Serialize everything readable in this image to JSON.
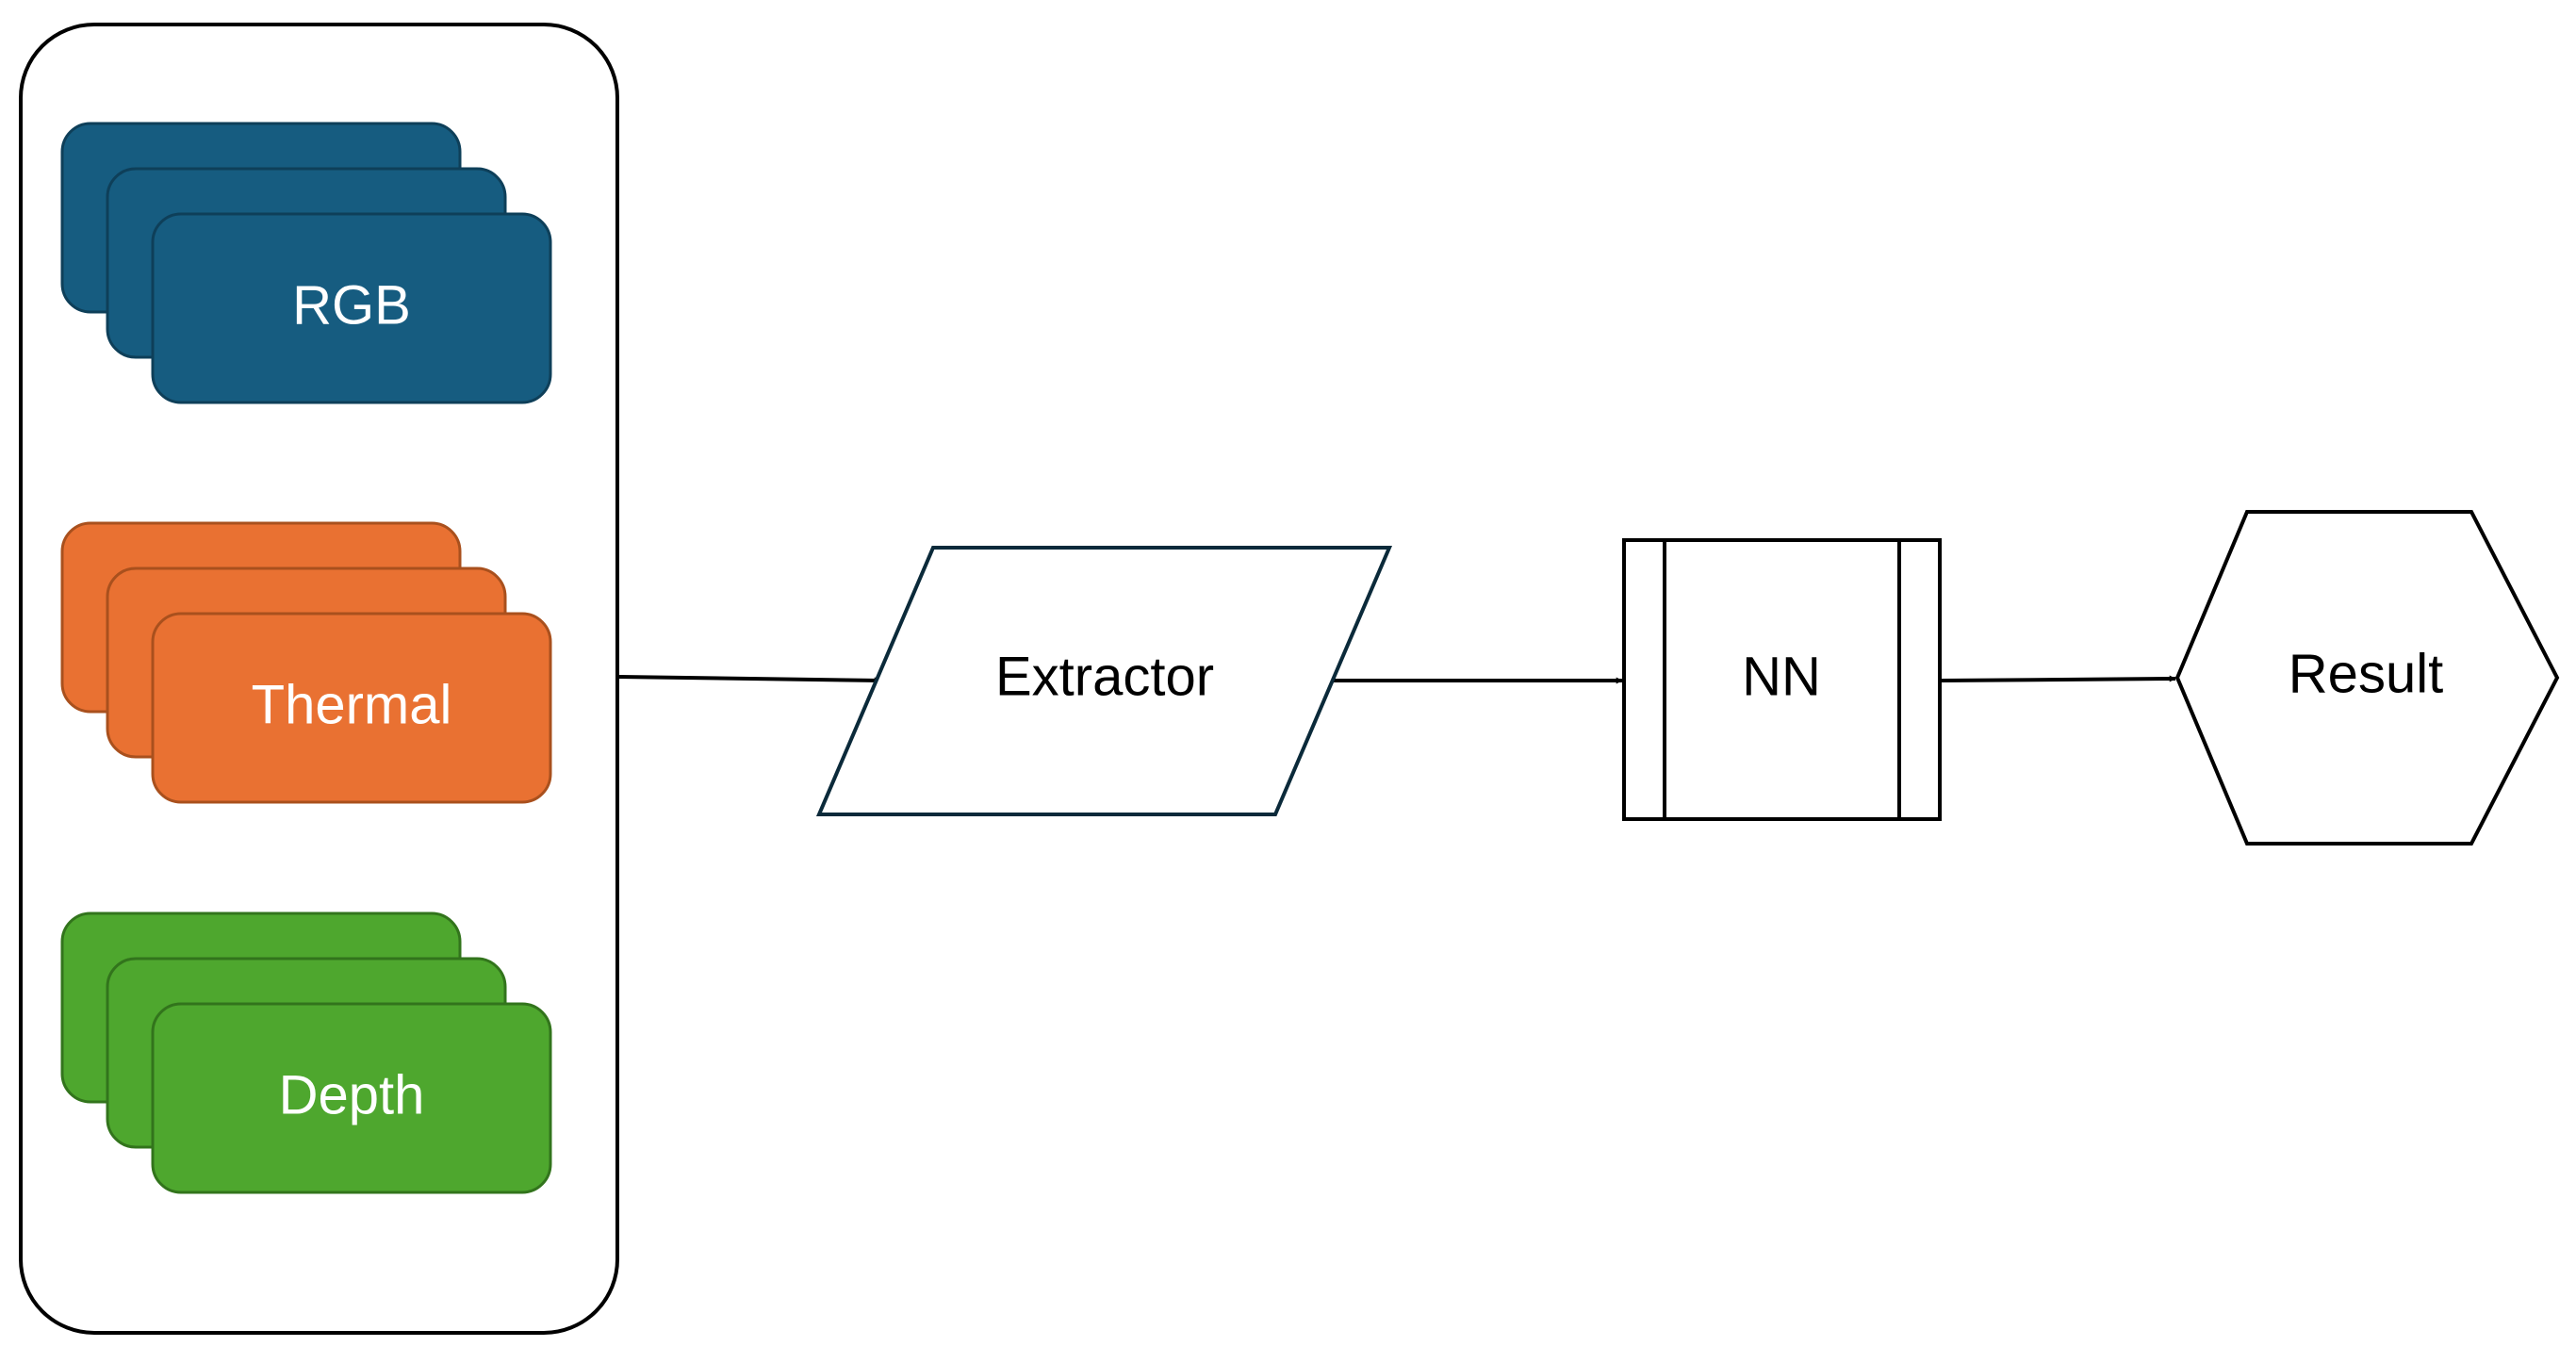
{
  "input_group": {
    "stacks": [
      {
        "id": "rgb",
        "label": "RGB",
        "color": "#165c80"
      },
      {
        "id": "thermal",
        "label": "Thermal",
        "color": "#e97132"
      },
      {
        "id": "depth",
        "label": "Depth",
        "color": "#4ea72e"
      }
    ]
  },
  "nodes": {
    "extractor": {
      "label": "Extractor"
    },
    "nn": {
      "label": "NN"
    },
    "result": {
      "label": "Result"
    }
  },
  "colors": {
    "stroke": "#000000",
    "card_text": "#ffffff",
    "node_text": "#000000"
  }
}
